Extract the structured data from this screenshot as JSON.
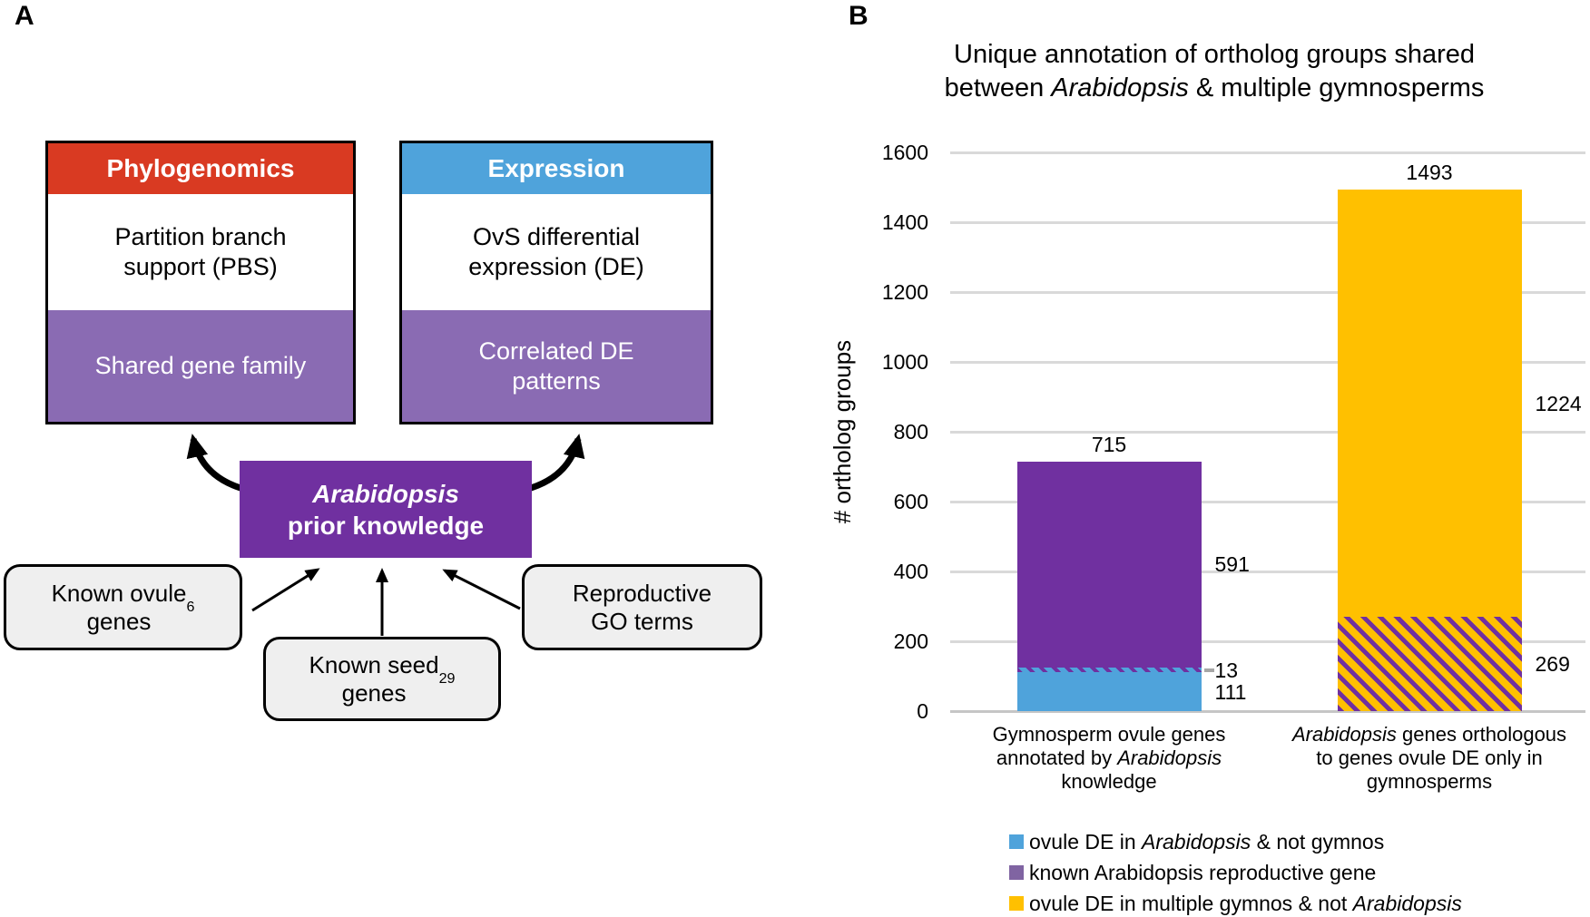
{
  "panel_a": {
    "label": "A",
    "boxes": [
      {
        "header": "Phylogenomics",
        "header_color": "#D93A22",
        "body_lines": [
          "Partition branch",
          "support (PBS)"
        ],
        "footer_lines": [
          "Shared gene family"
        ]
      },
      {
        "header": "Expression",
        "header_color": "#4FA3DB",
        "body_lines": [
          "OvS differential",
          "expression (DE)"
        ],
        "footer_lines": [
          "Correlated DE",
          "patterns"
        ]
      }
    ],
    "center_box": {
      "line1": "Arabidopsis",
      "line2": "prior knowledge"
    },
    "source_boxes": [
      {
        "lines": [
          "Known ovule",
          "genes^6^"
        ]
      },
      {
        "lines": [
          "Known seed",
          "genes^29^"
        ]
      },
      {
        "lines": [
          "Reproductive",
          "GO terms"
        ]
      }
    ]
  },
  "panel_b": {
    "label": "B"
  },
  "chart_data": {
    "type": "bar",
    "stacked": true,
    "title_lines": [
      "Unique annotation of ortholog groups shared",
      "between |Arabidopsis| & multiple gymnosperms"
    ],
    "ylabel": "# ortholog groups",
    "ylim": [
      0,
      1600
    ],
    "ytick_step": 200,
    "grid": true,
    "legend_position": "bottom",
    "categories": [
      "Gymnosperm ovule genes annotated by Arabidopsis knowledge",
      "Arabidopsis genes orthologous to genes ovule DE only in gymnosperms"
    ],
    "bars": [
      {
        "category_lines": [
          "Gymnosperm ovule genes",
          "annotated by |Arabidopsis|",
          "knowledge"
        ],
        "total": 715,
        "segments": [
          {
            "name": "ovule DE in Arabidopsis & not gymnos",
            "value": 111,
            "style": "blue"
          },
          {
            "name": "hatched overlap",
            "value": 13,
            "style": "hatch-blue",
            "leader_dash": true
          },
          {
            "name": "known Arabidopsis reproductive gene",
            "value": 591,
            "style": "purple"
          }
        ]
      },
      {
        "category_lines": [
          "|Arabidopsis| genes orthologous",
          "to genes ovule DE only in",
          "gymnosperms"
        ],
        "total": 1493,
        "segments": [
          {
            "name": "hatched overlap",
            "value": 269,
            "style": "hatch-yellow"
          },
          {
            "name": "ovule DE in multiple gymnos & not Arabidopsis",
            "value": 1224,
            "style": "yellow"
          }
        ]
      }
    ],
    "legend": [
      {
        "label": "ovule DE in |Arabidopsis| & not gymnos",
        "color": "#4FA3DB"
      },
      {
        "label": "known Arabidopsis reproductive gene",
        "color": "#8064A2"
      },
      {
        "label": "ovule DE in multiple gymnos & not |Arabidopsis|",
        "color": "#FFC000"
      }
    ],
    "colors": {
      "blue": "#4FA3DB",
      "purple": "#7030A0",
      "yellow": "#FFC000",
      "gridline": "#D9D9D9"
    }
  }
}
